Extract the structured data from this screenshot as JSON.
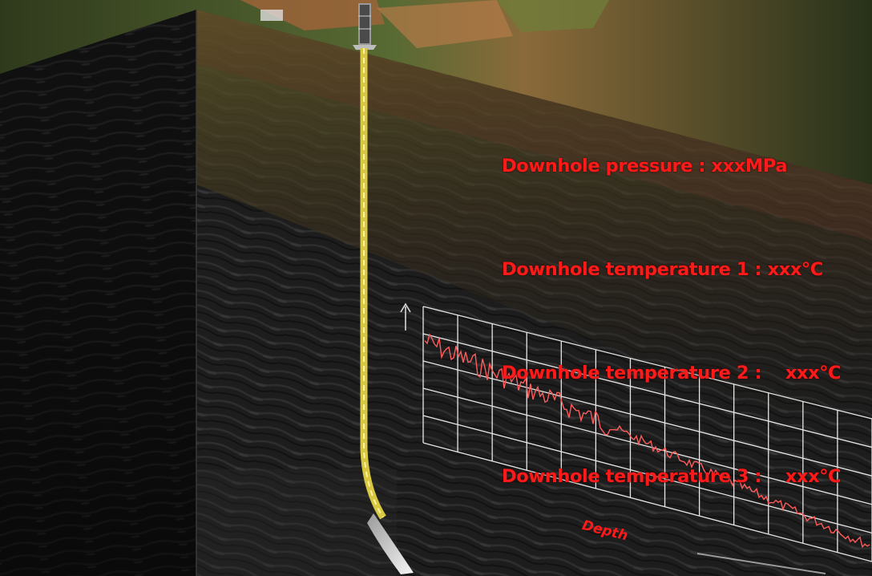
{
  "readouts": [
    {
      "label": "Downhole pressure",
      "separator": " : ",
      "value": "xxxMPa"
    },
    {
      "label": "Downhole temperature 1",
      "separator": " : ",
      "value": "xxx℃"
    },
    {
      "label": "Downhole temperature 2",
      "separator": " :    ",
      "value": "xxx℃"
    },
    {
      "label": "Downhole temperature 3",
      "separator": " :    ",
      "value": "xxx℃"
    }
  ],
  "depth_axis_label": "Depth",
  "colors": {
    "readout_text": "#ff1a1a",
    "signal_trace": "#ff5b5b",
    "fiber_cable": "#e4d24c",
    "grid_lines": "#e6e6e6",
    "ground_surface": "#6b6a2c"
  },
  "icons": [
    "up-arrow-icon",
    "drilling-rig-icon"
  ]
}
